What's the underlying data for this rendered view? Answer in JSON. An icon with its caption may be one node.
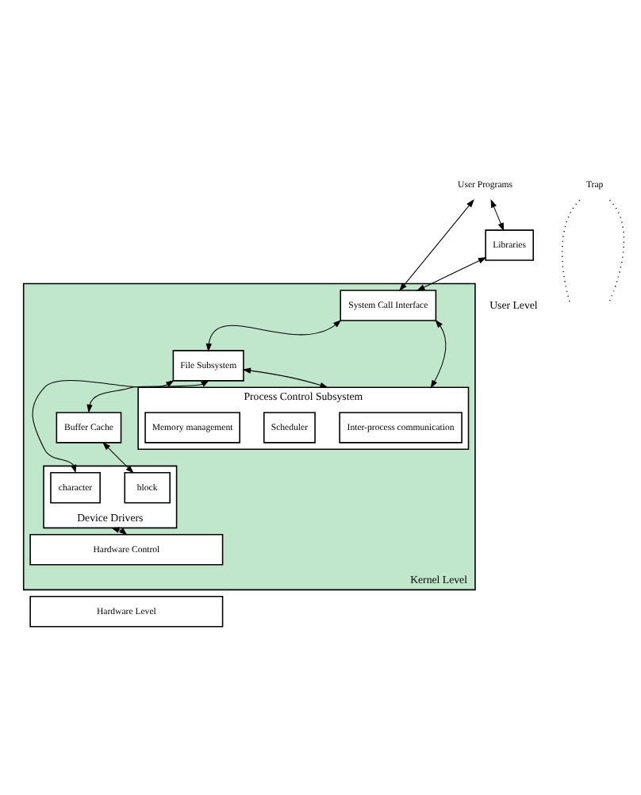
{
  "diagram": {
    "nodes": [
      {
        "text": [
          "User Programs"
        ]
      },
      {
        "text": [
          "Trap"
        ]
      },
      {
        "text": [
          "Libraries"
        ]
      },
      {
        "text": [
          "Kernel Level"
        ]
      },
      {
        "text": [
          "System Call Interface"
        ],
        "in": 3
      },
      {
        "text": [
          "File Subsystem"
        ],
        "in": 3
      },
      {
        "text": [
          "Process Control Subsystem"
        ],
        "in": 3
      },
      {
        "text": [
          "Inter-process communication"
        ],
        "in": 6
      },
      {
        "text": [
          "Scheduler"
        ],
        "in": 6
      },
      {
        "text": [
          "Memory management"
        ],
        "in": 6
      },
      {
        "text": [
          "Buffer Cache"
        ],
        "in": 3
      },
      {
        "text": [
          "Device Drivers"
        ],
        "in": 3
      },
      {
        "text": [
          "character"
        ],
        "in": 11
      },
      {
        "text": [
          "block"
        ],
        "in": 11
      },
      {
        "text": [
          "Hardware Control"
        ],
        "in": 3
      },
      {
        "text": [
          "Hardware Level"
        ]
      }
    ],
    "edges": [
      {
        "from": 0,
        "to": 4,
        "arrow": "both"
      },
      {
        "from": 0,
        "to": 2,
        "arrow": "both"
      },
      {
        "from": 2,
        "to": 4,
        "arrow": "both"
      },
      {
        "from": 1,
        "to": null,
        "arrow": "none",
        "style": "dashed"
      },
      {
        "from": 1,
        "to": null,
        "arrow": "none",
        "style": "dashed"
      },
      {
        "from": 4,
        "to": 5,
        "arrow": "both"
      },
      {
        "from": 4,
        "to": 6,
        "arrow": "both"
      },
      {
        "from": 5,
        "to": 6,
        "arrow": "both"
      },
      {
        "from": 5,
        "to": 12,
        "arrow": "both"
      },
      {
        "from": 5,
        "to": 10,
        "arrow": "both"
      },
      {
        "from": 10,
        "to": 13,
        "arrow": "both"
      },
      {
        "from": 11,
        "to": 14,
        "arrow": "both"
      }
    ],
    "labels": [
      "User Level"
    ]
  }
}
